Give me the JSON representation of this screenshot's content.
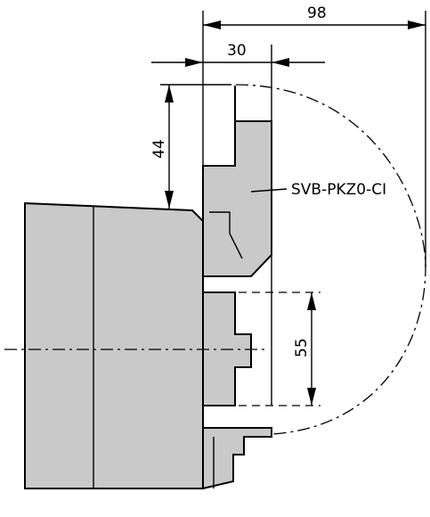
{
  "dimensions": {
    "overall_depth": "98",
    "adapter_width": "30",
    "top_offset": "44",
    "mount_distance": "55"
  },
  "labels": {
    "part_name": "SVB-PKZ0-CI"
  }
}
